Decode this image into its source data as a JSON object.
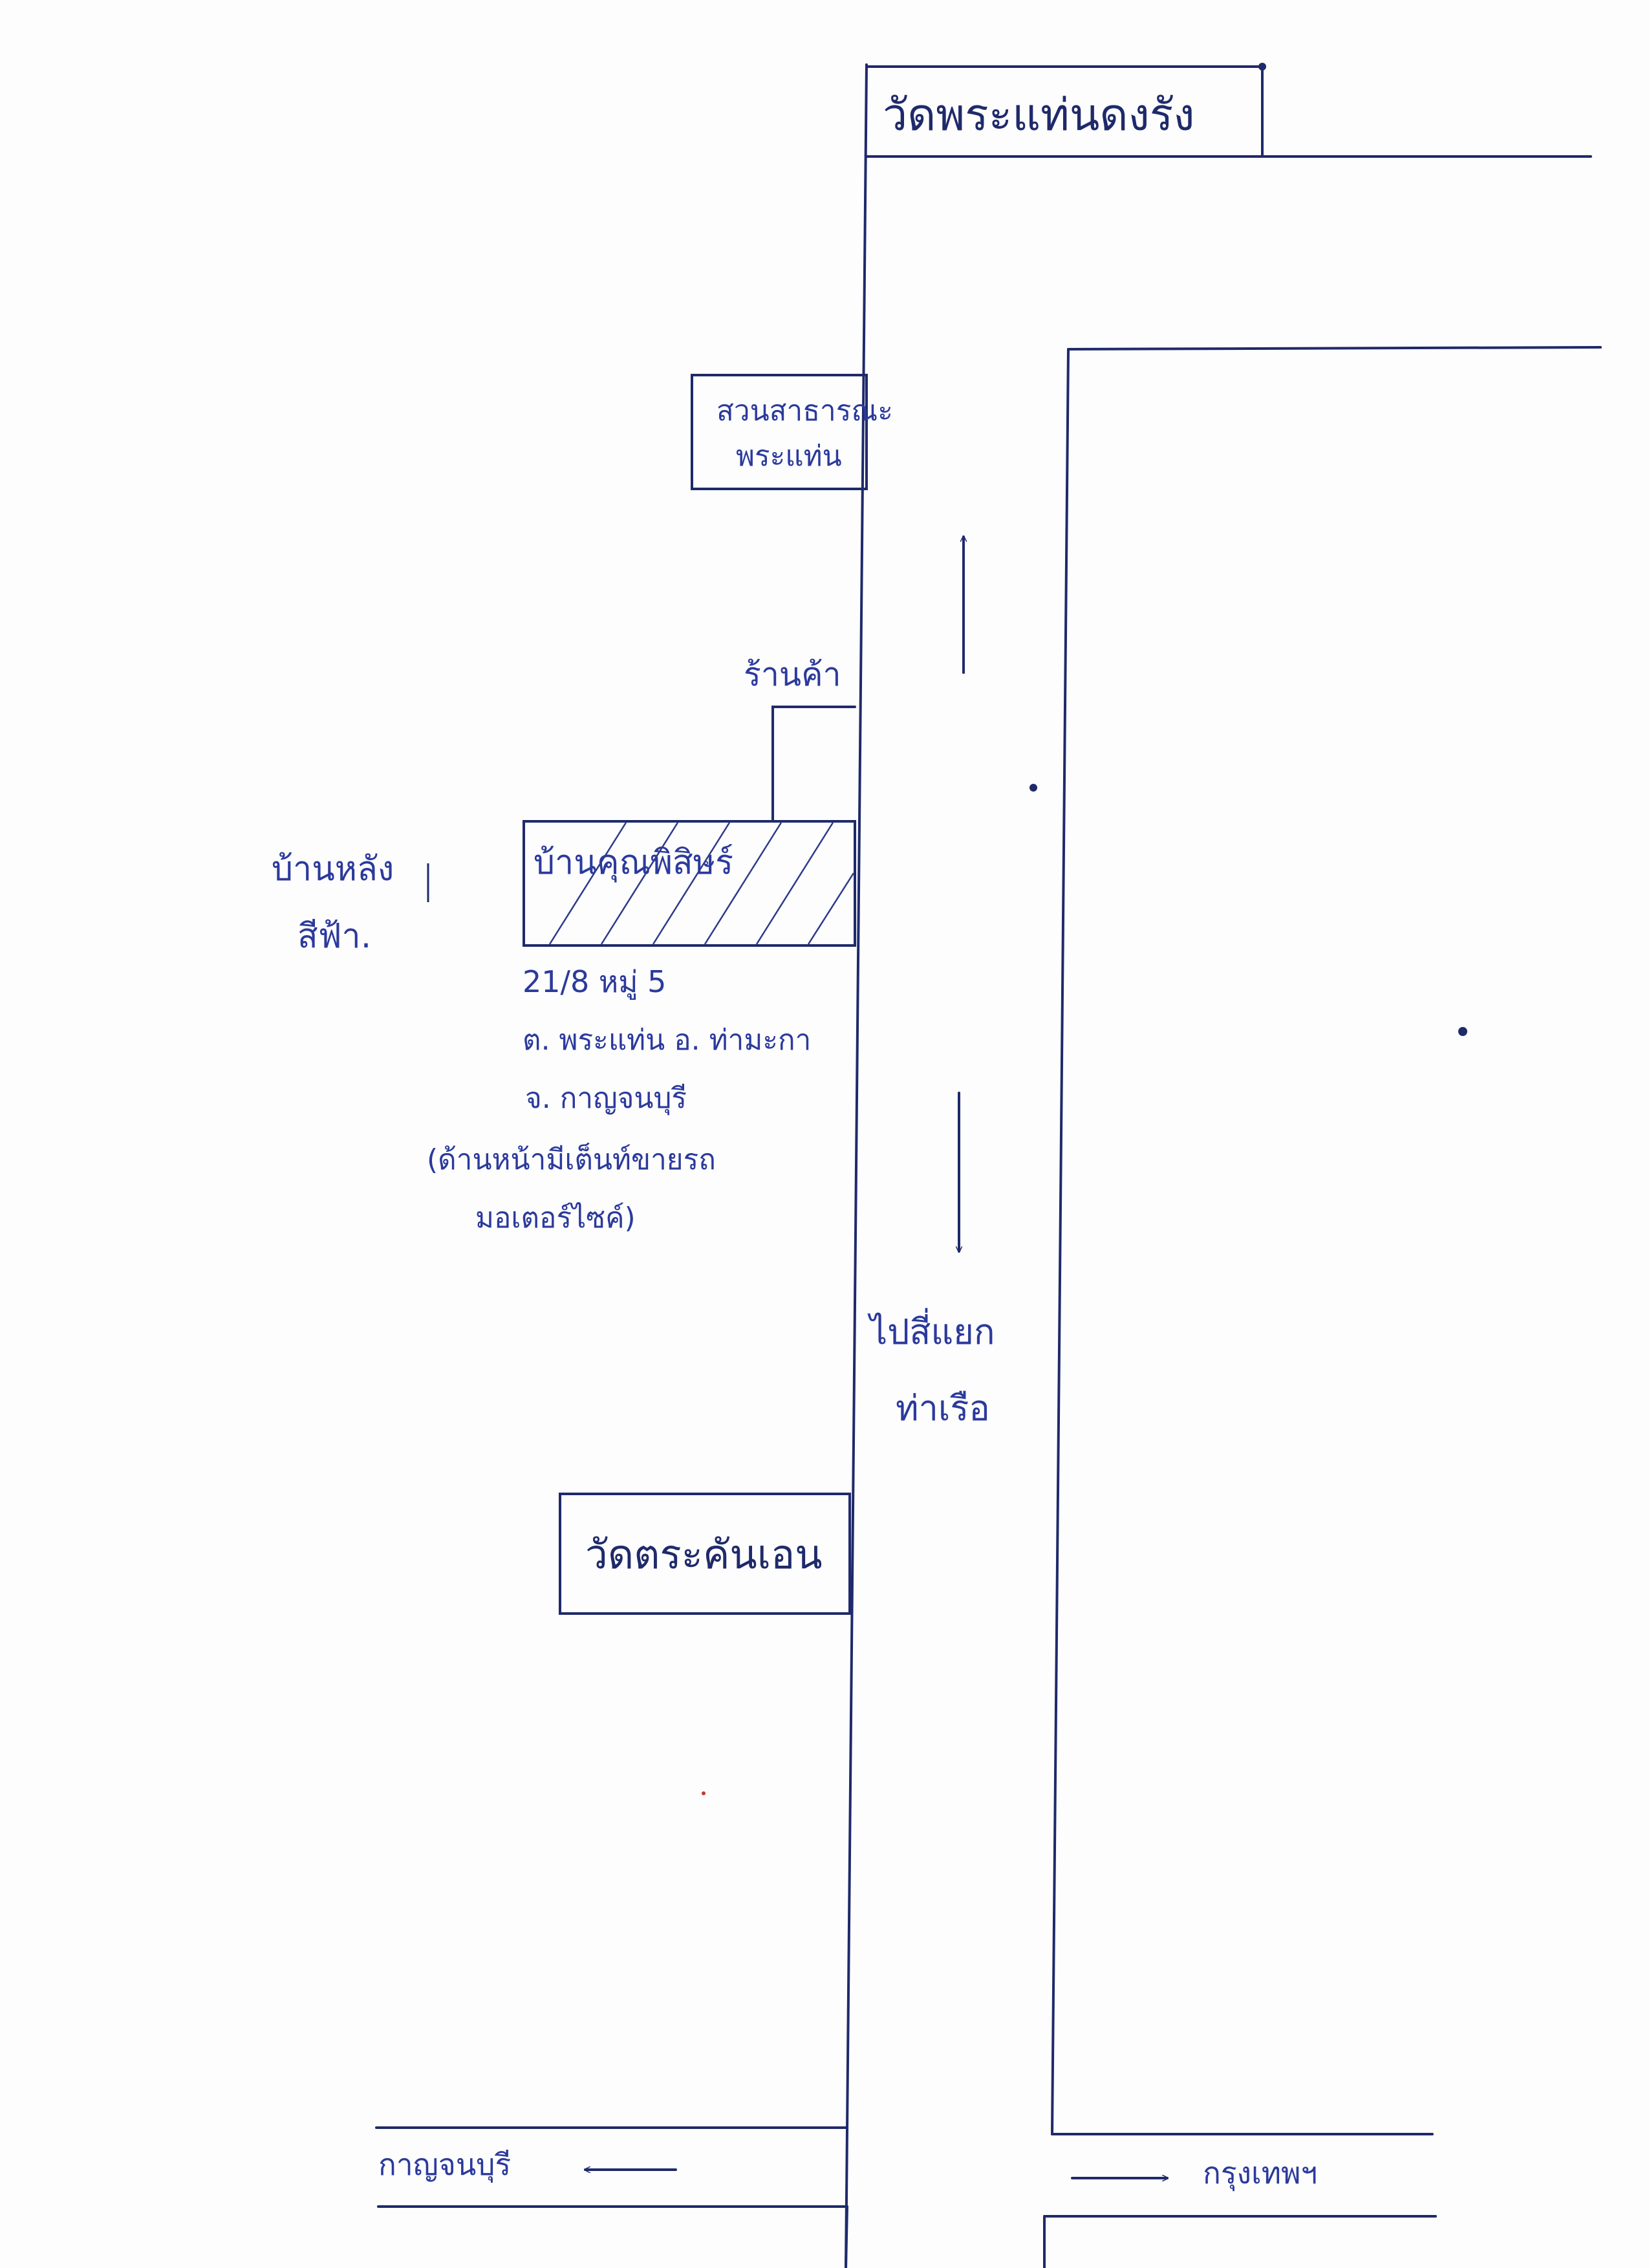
{
  "landmarks": {
    "temple_north": "วัดพระแท่นดงรัง",
    "public_park_line1": "สวนสาธารณะ",
    "public_park_line2": "พระแท่น",
    "shop": "ร้านค้า",
    "target_house": "บ้านคุณพิสิษร์",
    "temple_south": "วัดตระคันเอน"
  },
  "annotations": {
    "blue_roof_line1": "บ้านหลัง",
    "blue_roof_line2": "สีฟ้า.",
    "to_junction_line1": "ไปสี่แยก",
    "to_junction_line2": "ท่าเรือ"
  },
  "address": {
    "line1": "21/8 หมู่ 5",
    "line2": "ต. พระแท่น อ. ท่ามะกา",
    "line3": "จ. กาญจนบุรี",
    "line4": "(ด้านหน้ามีเต็นท์ขายรถ",
    "line5": "มอเตอร์ไซค์)"
  },
  "directions": {
    "west": "กาญจนบุรี",
    "east": "กรุงเทพฯ"
  },
  "colors": {
    "ink": "#1f2a6b",
    "label_ink": "#2b3a9c",
    "paper": "#fdfdfd"
  }
}
